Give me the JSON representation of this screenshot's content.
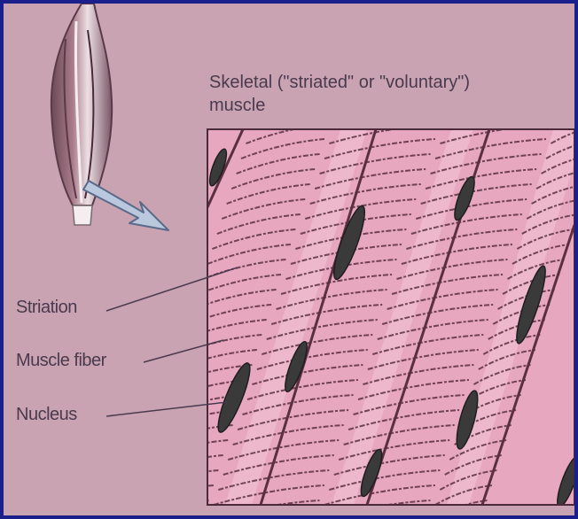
{
  "title": {
    "line1": "Skeletal (\"striated\" or \"voluntary\")",
    "line2": "muscle"
  },
  "labels": {
    "striation": "Striation",
    "muscle_fiber": "Muscle fiber",
    "nucleus": "Nucleus"
  },
  "colors": {
    "border": "#1a1f8c",
    "background": "#c9a3b1",
    "fiber": "#e7a7bf",
    "fiber_light": "#f3c7d6",
    "striation": "#5a3040",
    "nucleus": "#3a3a3a",
    "text": "#4a3a4e",
    "arrow": "#b9c8dc"
  }
}
